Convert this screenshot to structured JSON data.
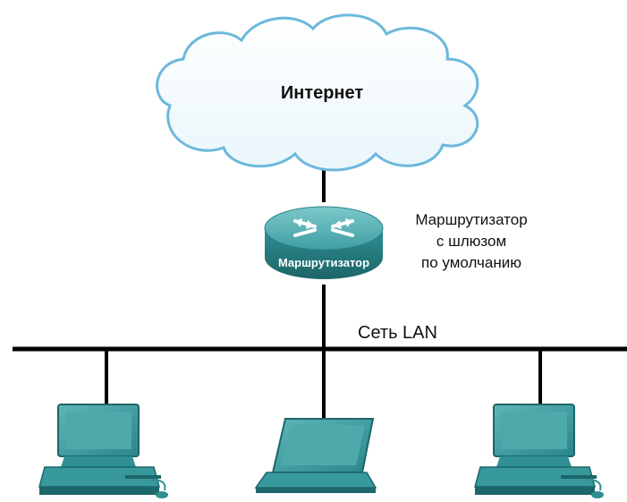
{
  "cloud": {
    "label": "Интернет",
    "icon": "cloud-icon"
  },
  "router": {
    "device_label": "Маршрутизатор",
    "caption_lines": [
      "Маршрутизатор",
      "с шлюзом",
      "по умолчанию"
    ],
    "icon": "router-icon"
  },
  "lan": {
    "label": "Сеть LAN"
  },
  "hosts": [
    {
      "icon": "desktop-computer-icon"
    },
    {
      "icon": "laptop-icon"
    },
    {
      "icon": "desktop-computer-icon"
    }
  ],
  "colors": {
    "device_teal": "#2f8f93",
    "device_teal_light": "#5fb6b8",
    "device_teal_dark": "#1d6669",
    "cloud_outline": "#6cb8dc",
    "link_line": "#000000"
  }
}
